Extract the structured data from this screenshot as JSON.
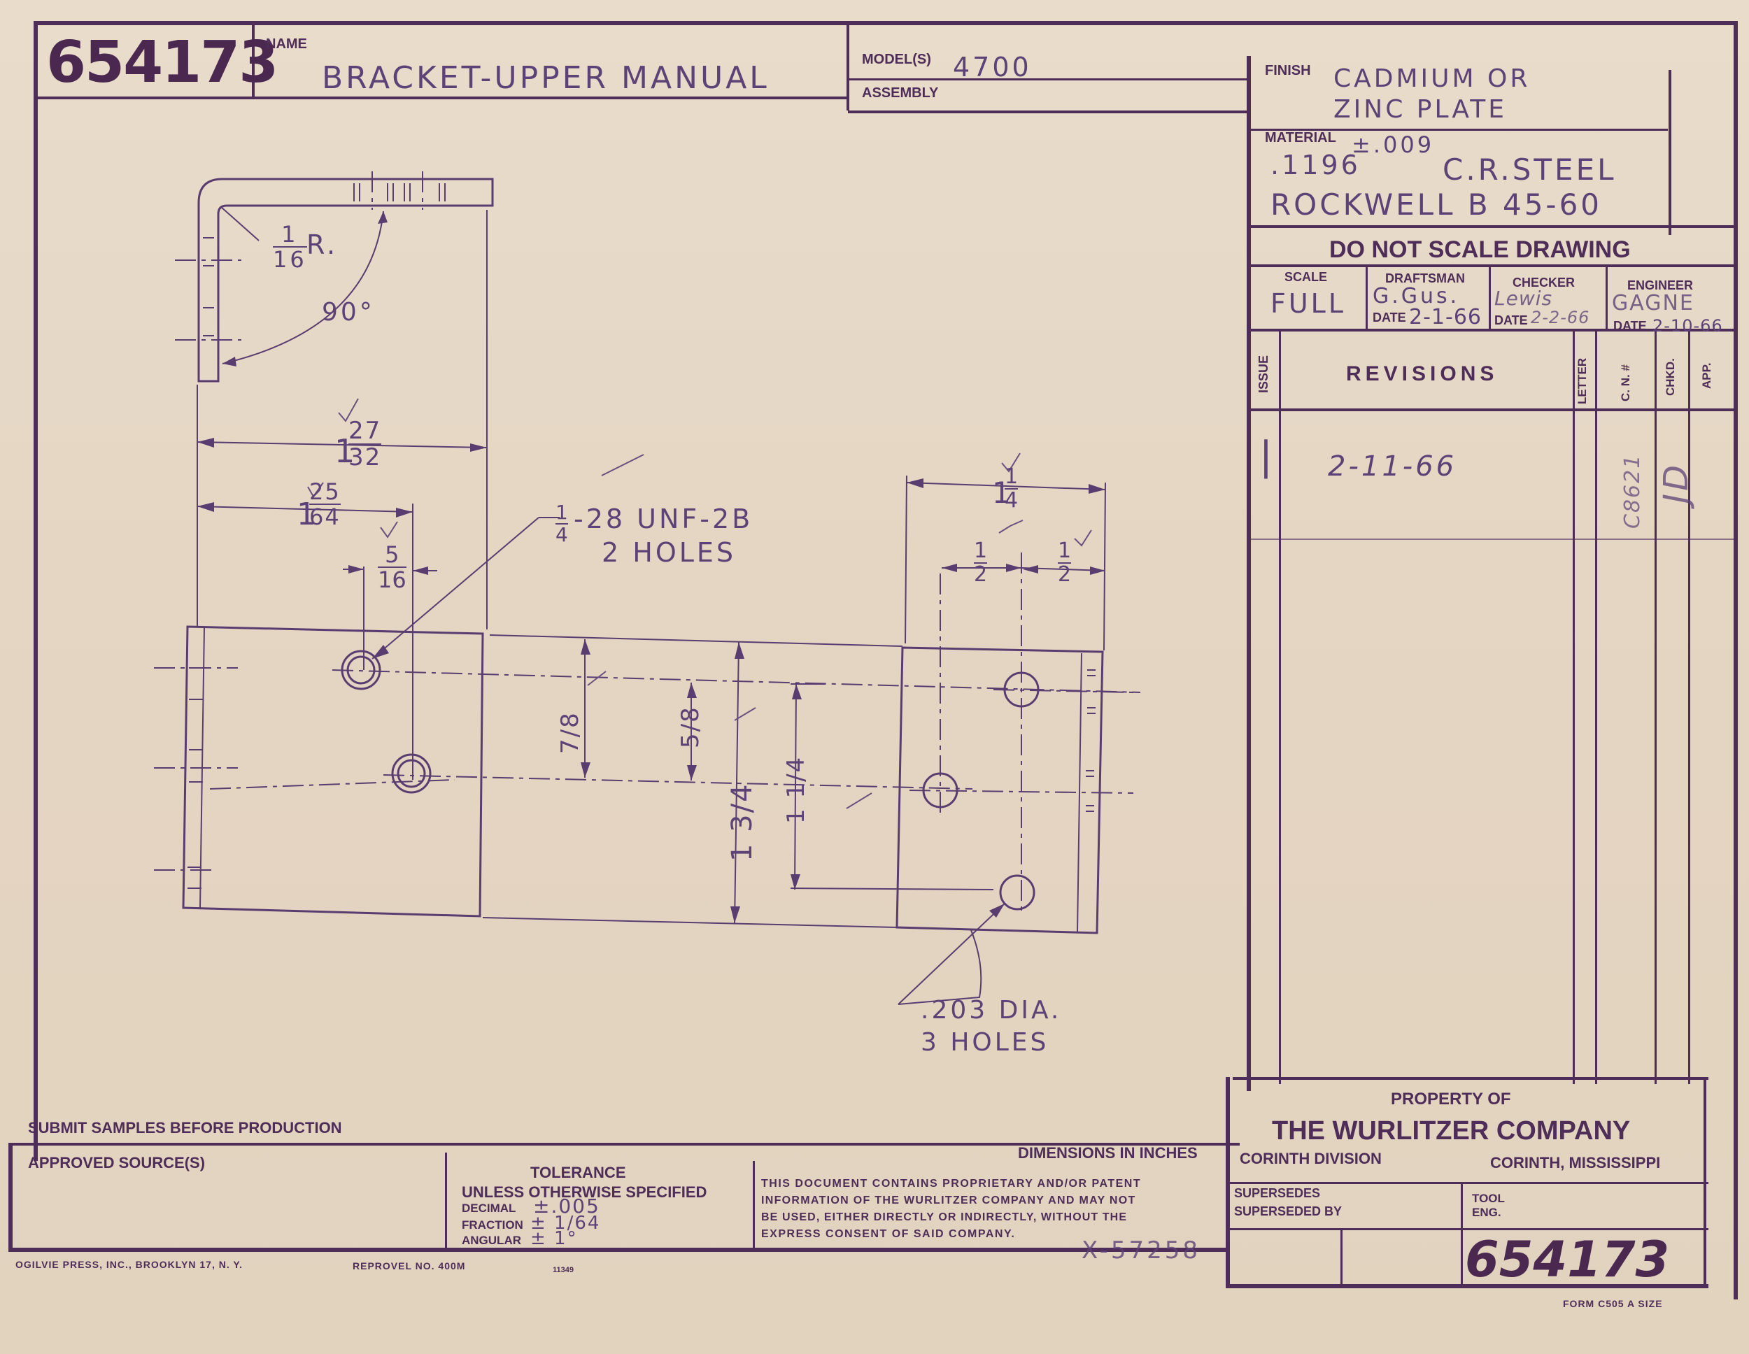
{
  "title_block": {
    "part_number": "654173",
    "name_label": "NAME",
    "name_value": "BRACKET-UPPER MANUAL",
    "models_label": "MODEL(S)",
    "models_value": "4700",
    "assembly_label": "ASSEMBLY",
    "finish_label": "FINISH",
    "finish_line1": "CADMIUM OR",
    "finish_line2": "ZINC PLATE",
    "material_label": "MATERIAL",
    "material_tol": "±.009",
    "material_thickness": ".1196",
    "material_type": "C.R.STEEL",
    "material_hardness": "ROCKWELL B 45-60",
    "do_not_scale": "DO NOT SCALE DRAWING",
    "scale_label": "SCALE",
    "scale_value": "FULL",
    "draftsman_label": "DRAFTSMAN",
    "draftsman_value": "G.Gus.",
    "draftsman_date_label": "DATE",
    "draftsman_date": "2-1-66",
    "checker_label": "CHECKER",
    "checker_value": "Lewis",
    "checker_date_label": "DATE",
    "checker_date": "2-2-66",
    "engineer_label": "ENGINEER",
    "engineer_value": "GAGNE",
    "engineer_date_label": "DATE",
    "engineer_date": "2-10-66"
  },
  "revisions": {
    "issue_label": "ISSUE",
    "title": "REVISIONS",
    "letter_label": "LETTER",
    "cn_label": "C. N. #",
    "chkd_label": "CHKD.",
    "app_label": "APP.",
    "rows": [
      {
        "issue": "|",
        "description": "2-11-66",
        "cn": "C8621",
        "chkd": "JD"
      }
    ]
  },
  "drawing": {
    "radius": "1/16 R.",
    "radius_num": "1",
    "radius_den": "16",
    "radius_suffix": "R.",
    "angle": "90°",
    "dim_width_whole": "1",
    "dim_width_num": "27",
    "dim_width_den": "32",
    "dim_hole_x_whole": "1",
    "dim_hole_x_num": "25",
    "dim_hole_x_den": "64",
    "dim_hole_offset_num": "5",
    "dim_hole_offset_den": "16",
    "thread_callout_line1": "1/4-28 UNF-2B",
    "thread_num": "1",
    "thread_den": "4",
    "thread_rest": "-28 UNF-2B",
    "thread_callout_line2": "2 HOLES",
    "dim_7_8_num": "7",
    "dim_7_8_den": "8",
    "dim_5_8_num": "5",
    "dim_5_8_den": "8",
    "dim_1_3_4_whole": "1",
    "dim_1_3_4_num": "3",
    "dim_1_3_4_den": "4",
    "dim_1_1_4_v_whole": "1",
    "dim_1_1_4_v_num": "1",
    "dim_1_1_4_v_den": "4",
    "dim_1_1_4_whole": "1",
    "dim_1_1_4_num": "1",
    "dim_1_1_4_den": "4",
    "dim_half_a_num": "1",
    "dim_half_a_den": "2",
    "dim_half_b_num": "1",
    "dim_half_b_den": "2",
    "hole_callout_line1": ".203 DIA.",
    "hole_callout_line2": "3 HOLES"
  },
  "footer": {
    "submit_samples": "SUBMIT SAMPLES BEFORE PRODUCTION",
    "dimensions_in": "DIMENSIONS IN INCHES",
    "approved_sources": "APPROVED SOURCE(S)",
    "tolerance_title": "TOLERANCE",
    "tolerance_sub": "UNLESS OTHERWISE SPECIFIED",
    "decimal_label": "DECIMAL",
    "decimal_value": "±.005",
    "fraction_label": "FRACTION",
    "fraction_value": "± 1/64",
    "angular_label": "ANGULAR",
    "angular_value": "± 1°",
    "proprietary_line1": "THIS DOCUMENT CONTAINS PROPRIETARY AND/OR PATENT",
    "proprietary_line2": "INFORMATION OF THE WURLITZER COMPANY AND MAY NOT",
    "proprietary_line3": "BE USED, EITHER DIRECTLY OR INDIRECTLY, WITHOUT THE",
    "proprietary_line4": "EXPRESS CONSENT OF SAID COMPANY.",
    "doc_code": "X-57258",
    "property_of": "PROPERTY OF",
    "company": "THE WURLITZER COMPANY",
    "division": "CORINTH DIVISION",
    "location": "CORINTH, MISSISSIPPI",
    "supersedes": "SUPERSEDES",
    "superseded_by": "SUPERSEDED BY",
    "tool_label": "TOOL",
    "eng_label": "ENG.",
    "part_number_bottom": "654173",
    "printer": "OGILVIE PRESS, INC., BROOKLYN 17, N. Y.",
    "reprovel": "REPROVEL NO. 400M",
    "print_code": "11349",
    "form": "FORM C505 A SIZE"
  }
}
